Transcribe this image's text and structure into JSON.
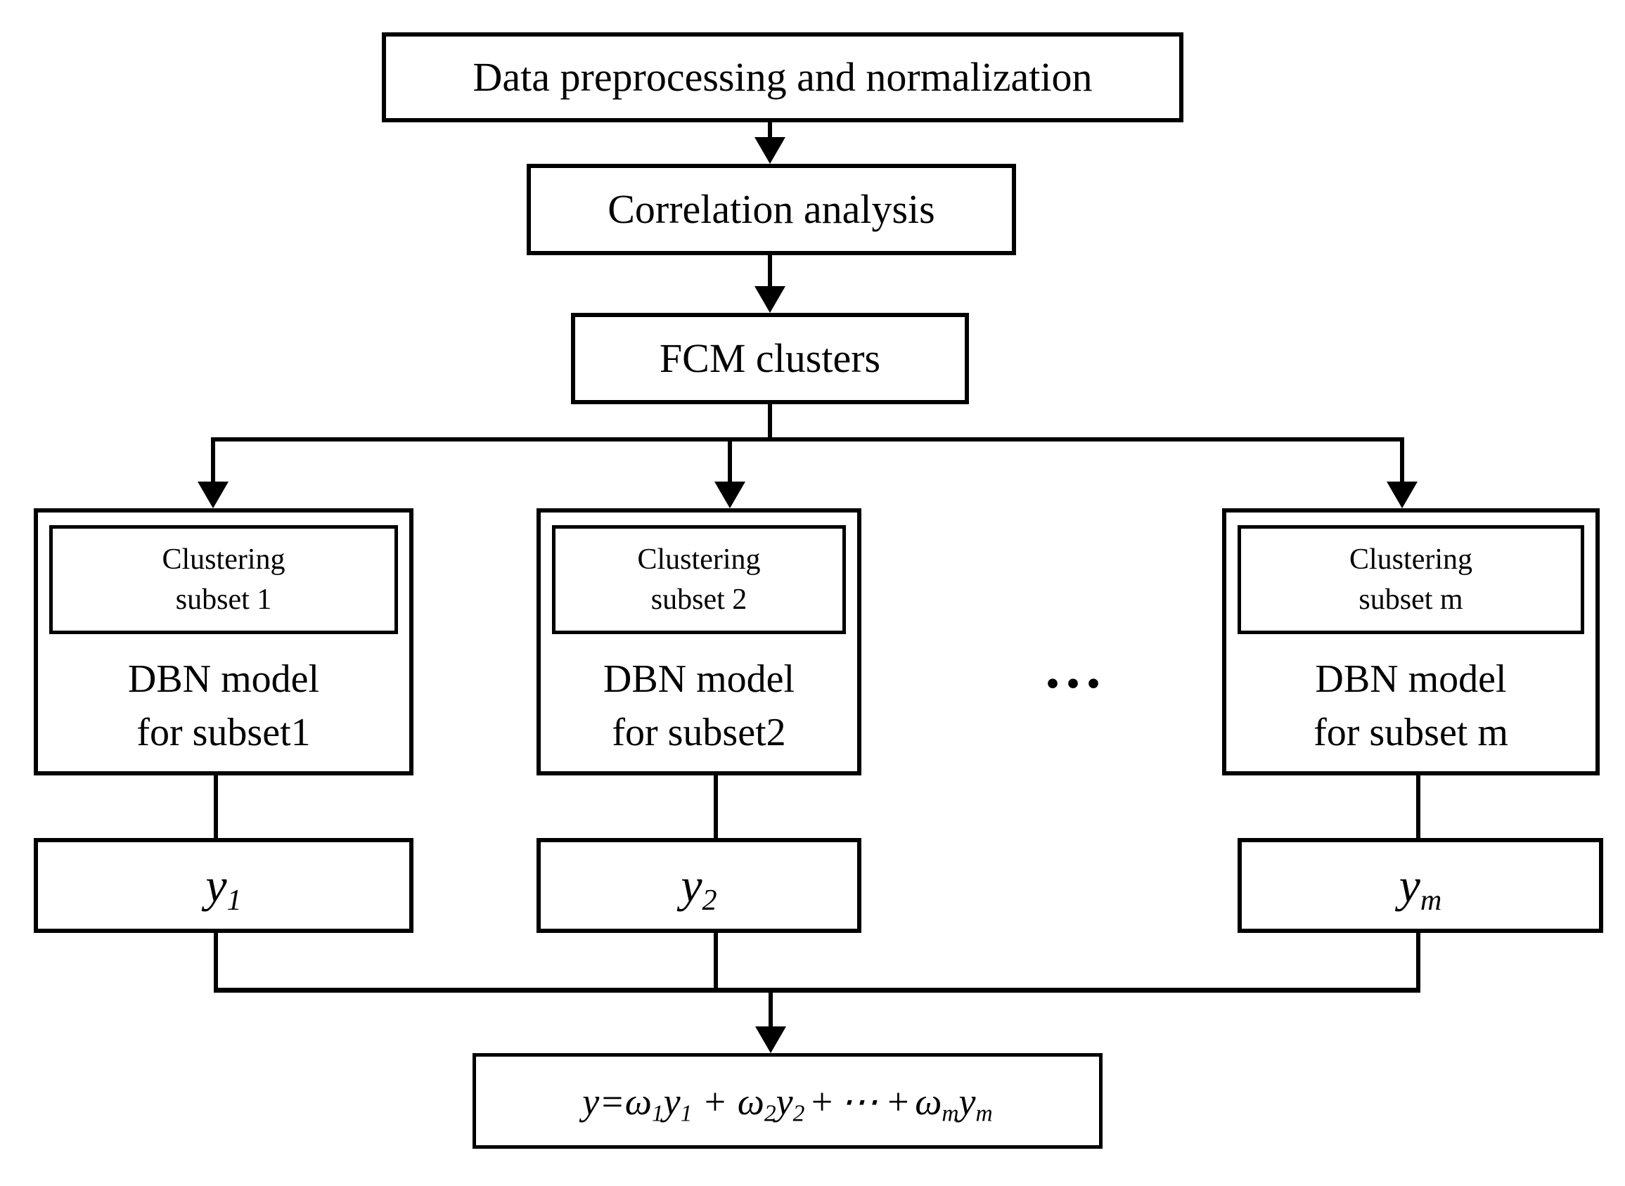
{
  "diagram": {
    "background_color": "#ffffff",
    "line_color": "#000000",
    "nodes": {
      "preprocess_label": "Data preprocessing and normalization",
      "correlation_label": "Correlation analysis",
      "fcm_label": "FCM clusters"
    },
    "branches": [
      {
        "clustering_line1": "Clustering",
        "clustering_line2": "subset 1",
        "dbn_line1": "DBN model",
        "dbn_line2": "for subset1",
        "output_var": "y",
        "output_sub": "1"
      },
      {
        "clustering_line1": "Clustering",
        "clustering_line2": "subset 2",
        "dbn_line1": "DBN model",
        "dbn_line2": "for subset2",
        "output_var": "y",
        "output_sub": "2"
      },
      {
        "clustering_line1": "Clustering",
        "clustering_line2": "subset m",
        "dbn_line1": "DBN model",
        "dbn_line2": "for subset m",
        "output_var": "y",
        "output_sub": "m"
      }
    ],
    "ellipsis": "...",
    "formula": {
      "result_var": "y",
      "equals": "=",
      "weight_symbol": "ω",
      "output_symbol": "y",
      "sub_1": "1",
      "sub_2": "2",
      "sub_m": "m",
      "plus": "+",
      "dots": "⋯"
    }
  }
}
